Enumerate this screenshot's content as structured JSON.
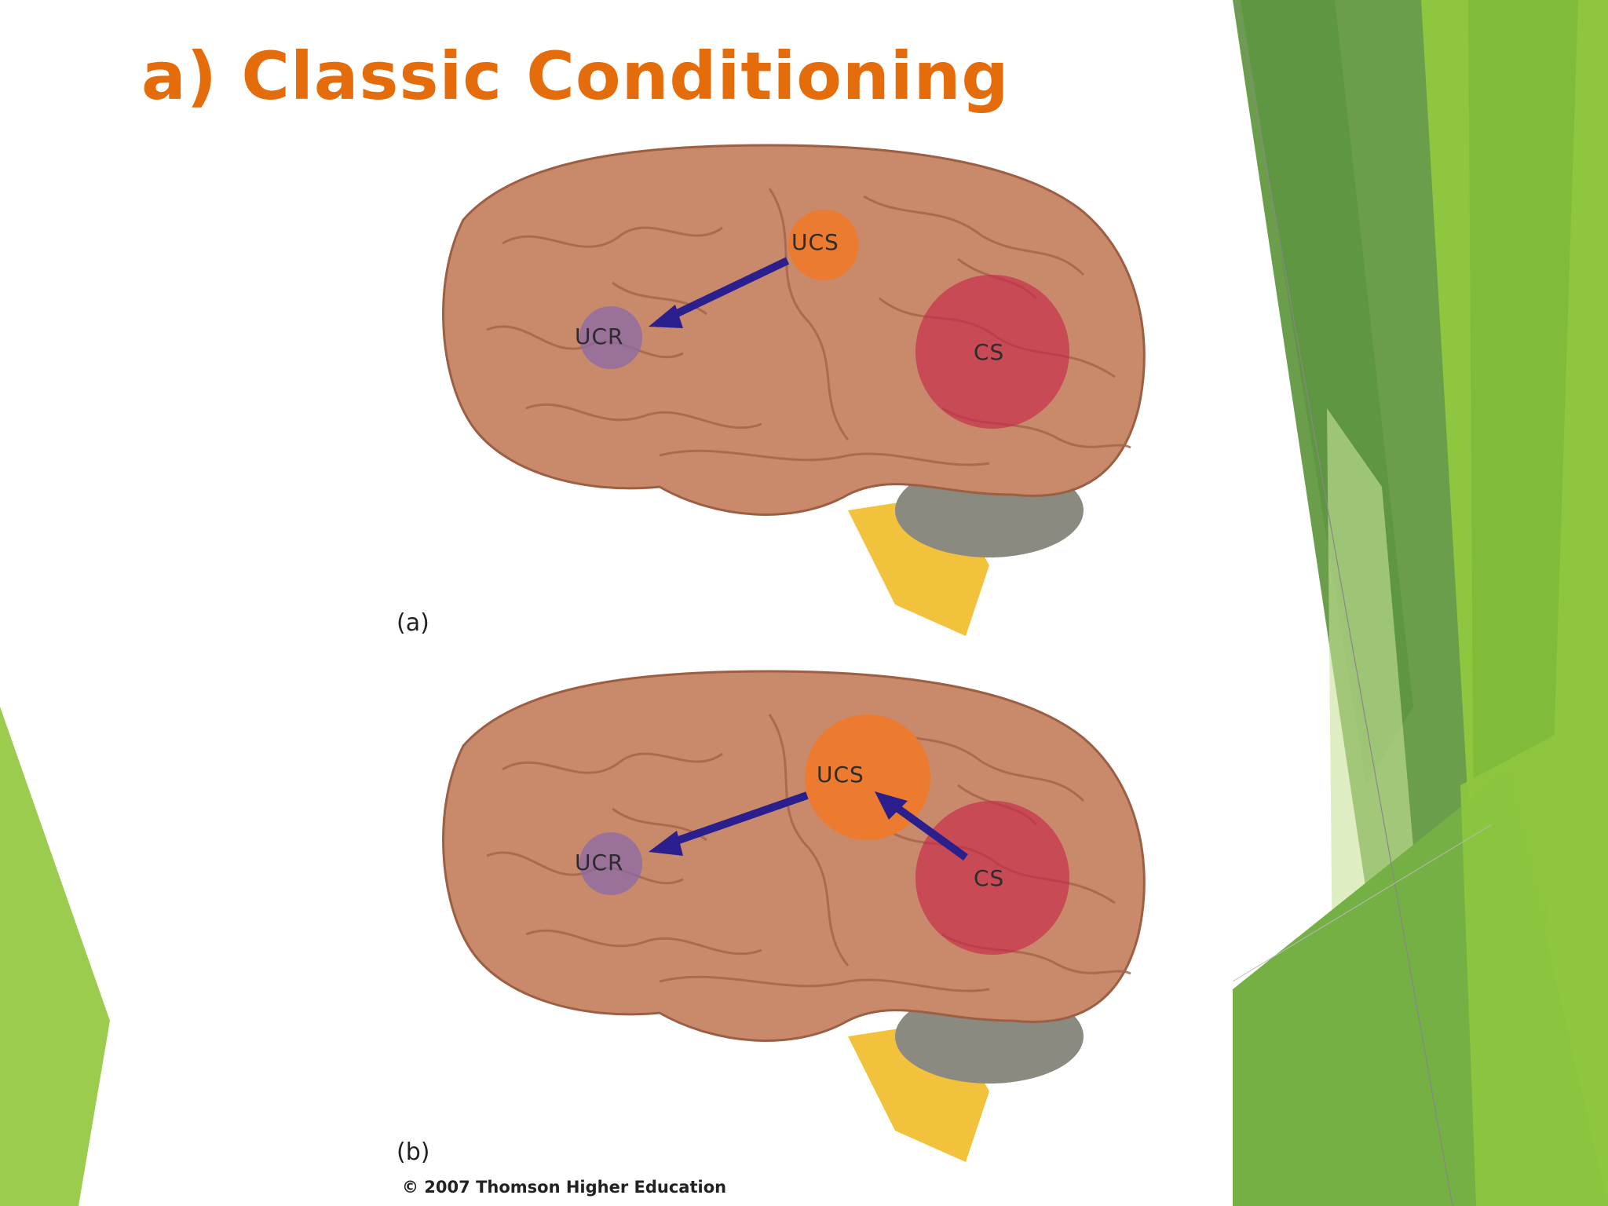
{
  "slide": {
    "title": "a) Classic Conditioning",
    "copyright": "© 2007 Thomson Higher Education"
  },
  "colors": {
    "title": "#e46c0a",
    "green_dark": "#5f9a3c",
    "green_mid": "#7ab648",
    "green_light": "#9ccc4e",
    "brain": "#c9896b",
    "ucs": "#ee7a2c",
    "ucr": "#8a6aa8",
    "cs": "#c8284a",
    "arrow": "#2a1f8c",
    "cerebellum": "#8a8a80",
    "brainstem": "#f2c23c"
  },
  "diagram": {
    "panel_a": {
      "label": "(a)",
      "ucs": "UCS",
      "ucr": "UCR",
      "cs": "CS"
    },
    "panel_b": {
      "label": "(b)",
      "ucs": "UCS",
      "ucr": "UCR",
      "cs": "CS"
    }
  }
}
